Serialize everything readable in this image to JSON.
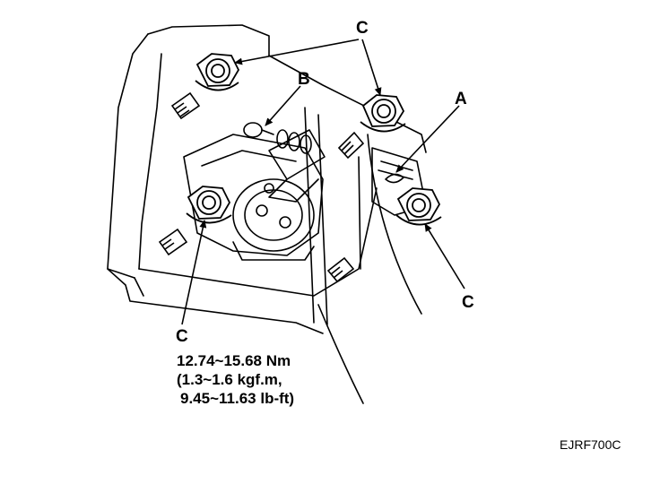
{
  "callouts": {
    "c_top": "C",
    "b": "B",
    "a": "A",
    "c_right": "C",
    "c_left": "C"
  },
  "torque_spec": {
    "line1": "12.74~15.68 Nm",
    "line2": "(1.3~1.6 kgf.m,",
    "line3": "9.45~11.63 lb-ft)"
  },
  "figure_code": "EJRF700C",
  "colors": {
    "ink": "#000000",
    "background": "#ffffff"
  }
}
